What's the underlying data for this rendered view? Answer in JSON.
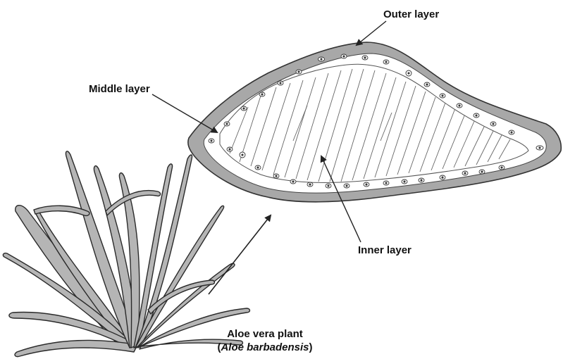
{
  "labels": {
    "outer_layer": "Outer layer",
    "middle_layer": "Middle layer",
    "inner_layer": "Inner layer",
    "plant_common_name": "Aloe vera plant",
    "plant_scientific_open": "(",
    "plant_scientific_name": "Aloe barbadensis",
    "plant_scientific_close": ")"
  },
  "colors": {
    "outer_layer_fill": "#a6a6a6",
    "leaf_fill": "#b3b3b3",
    "line_color": "#222222",
    "background": "#ffffff"
  },
  "icons": {
    "arrow": "arrow-icon",
    "cell": "cell-icon"
  }
}
